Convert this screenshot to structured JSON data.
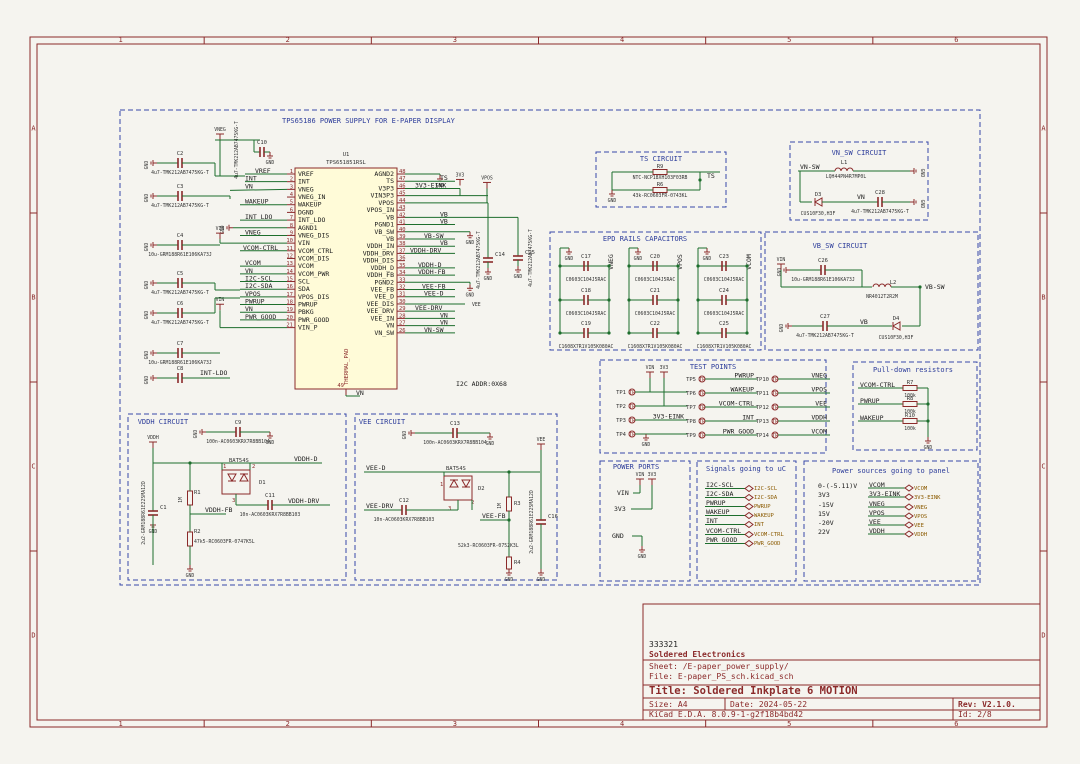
{
  "frame": {
    "columns": [
      "1",
      "2",
      "3",
      "4",
      "5",
      "6"
    ],
    "rows": [
      "A",
      "B",
      "C",
      "D"
    ]
  },
  "main_title": "TPS65186 POWER SUPPLY FOR E-PAPER DISPLAY",
  "u1": {
    "ref": "U1",
    "part": "TPS651851RSL",
    "left_pins": [
      {
        "num": "1",
        "name": "VREF"
      },
      {
        "num": "2",
        "name": "INT"
      },
      {
        "num": "3",
        "name": "VNEG"
      },
      {
        "num": "4",
        "name": "VNEG_IN"
      },
      {
        "num": "5",
        "name": "WAKEUP"
      },
      {
        "num": "6",
        "name": "DGND"
      },
      {
        "num": "7",
        "name": "INT_LDO"
      },
      {
        "num": "8",
        "name": "AGND1"
      },
      {
        "num": "9",
        "name": "VNEG_DIS"
      },
      {
        "num": "10",
        "name": "VIN"
      },
      {
        "num": "11",
        "name": "VCOM_CTRL"
      },
      {
        "num": "12",
        "name": "VCOM_DIS"
      },
      {
        "num": "13",
        "name": "VCOM"
      },
      {
        "num": "14",
        "name": "VCOM_PWR"
      },
      {
        "num": "15",
        "name": "SCL"
      },
      {
        "num": "16",
        "name": "SDA"
      },
      {
        "num": "17",
        "name": "VPOS_DIS"
      },
      {
        "num": "18",
        "name": "PWRUP"
      },
      {
        "num": "19",
        "name": "PBKG"
      },
      {
        "num": "20",
        "name": "PWR_GOOD"
      },
      {
        "num": "21",
        "name": "VIN_P"
      }
    ],
    "right_pins": [
      {
        "num": "48",
        "name": "AGND2"
      },
      {
        "num": "47",
        "name": "TS"
      },
      {
        "num": "46",
        "name": "V3P3"
      },
      {
        "num": "45",
        "name": "VIN3P3"
      },
      {
        "num": "44",
        "name": "VPOS"
      },
      {
        "num": "43",
        "name": "VPOS_IN"
      },
      {
        "num": "42",
        "name": "VB"
      },
      {
        "num": "41",
        "name": "PGND1"
      },
      {
        "num": "40",
        "name": "VB_SW"
      },
      {
        "num": "39",
        "name": "VB"
      },
      {
        "num": "38",
        "name": "VDDH_IN"
      },
      {
        "num": "37",
        "name": "VDDH_DRV"
      },
      {
        "num": "36",
        "name": "VDDH_DIS"
      },
      {
        "num": "35",
        "name": "VDDH_D"
      },
      {
        "num": "34",
        "name": "VDDH_FB"
      },
      {
        "num": "33",
        "name": "PGND2"
      },
      {
        "num": "32",
        "name": "VEE_FB"
      },
      {
        "num": "31",
        "name": "VEE_D"
      },
      {
        "num": "30",
        "name": "VEE_DIS"
      },
      {
        "num": "29",
        "name": "VEE_DRV"
      },
      {
        "num": "28",
        "name": "VEE_IN"
      },
      {
        "num": "27",
        "name": "VN"
      },
      {
        "num": "26",
        "name": "VN_SW"
      }
    ],
    "thermal_pin": "49",
    "thermal_name": "THERMAL_PAD"
  },
  "u1_left_nets": [
    "VREF",
    "INT",
    "VN",
    "WAKEUP",
    "INT_LDO",
    "VNEG",
    "VCOM-CTRL",
    "VCOM",
    "VN",
    "I2C-SCL",
    "I2C-SDA",
    "VPOS",
    "PWRUP",
    "VN",
    "PWR_GOOD"
  ],
  "u1_right_nets": [
    "TS",
    "3V3-EINK",
    "VB",
    "VB",
    "VB-SW",
    "VB",
    "VDDH-DRV",
    "VDDH-D",
    "VDDH-FB",
    "VEE-FB",
    "VEE-D",
    "VEE-DRV",
    "VN",
    "VN",
    "VN-SW"
  ],
  "left_caps": [
    {
      "ref": "C2",
      "val": "4u7-TMK212AB7475KG-T"
    },
    {
      "ref": "C3",
      "val": "4u7-TMK212AB7475KG-T"
    },
    {
      "ref": "C4",
      "val": "10u-GRM188R61E106KA73J"
    },
    {
      "ref": "C5",
      "val": "4u7-TMK212AB7475KG-T"
    },
    {
      "ref": "C6",
      "val": "4u7-TMK212AB7475KG-T"
    },
    {
      "ref": "C7",
      "val": "10u-GRM188R61E106KA73J"
    },
    {
      "ref": "C8",
      "val": ""
    }
  ],
  "c10": {
    "ref": "C10",
    "val": "4u7-TMK212AB7475KG-T"
  },
  "c14": {
    "ref": "C14",
    "val": "4u7-TMK212AB7475KG-T"
  },
  "c15": {
    "ref": "C15",
    "val": "4u7-TMK212AB7475KG-T"
  },
  "labels": {
    "gnd": "GND",
    "vneg": "VNEG",
    "vin": "VIN",
    "vpos": "VPOS",
    "v3v3": "3V3",
    "vee": "VEE",
    "vn": "VN",
    "int_ldo": "INT-LDO",
    "i2c": "I2C ADDR:0X68"
  },
  "ts": {
    "title": "TS CIRCUIT",
    "r9": "R9",
    "r9val": "NTC-NCP18XH103F03RB",
    "r6": "R6",
    "r6val": "43k-RC0603FR-0743KL",
    "net": "TS"
  },
  "vn_sw": {
    "title": "VN_SW CIRCUIT",
    "net": "VN-SW",
    "l1": "L1",
    "l1val": "LQH44PN4R7MP0L",
    "d3": "D3",
    "d3val": "CUS10F30,H3F",
    "c28": "C28",
    "c28val": "4u7-TMK212AB7475KG-T",
    "vn": "VN"
  },
  "epd": {
    "title": "EPD RAILS CAPACITORS",
    "columns": [
      {
        "net": "VNEG",
        "caps": [
          {
            "ref": "C17",
            "val": "C0603C104J5RAC"
          },
          {
            "ref": "C18",
            "val": "C0603C104J5RAC"
          },
          {
            "ref": "C19",
            "val": "C1608X7R1V105K080AC"
          }
        ]
      },
      {
        "net": "VPOS",
        "caps": [
          {
            "ref": "C20",
            "val": "C0603C104J5RAC"
          },
          {
            "ref": "C21",
            "val": "C0603C104J5RAC"
          },
          {
            "ref": "C22",
            "val": "C1608X7R1V105K080AC"
          }
        ]
      },
      {
        "net": "VCOM",
        "caps": [
          {
            "ref": "C23",
            "val": "C0603C104J5RAC"
          },
          {
            "ref": "C24",
            "val": "C0603C104J5RAC"
          },
          {
            "ref": "C25",
            "val": "C1608X7R1V105K080AC"
          }
        ]
      }
    ]
  },
  "vb_sw": {
    "title": "VB_SW CIRCUIT",
    "c26": "C26",
    "c26val": "10u-GRM188R61E106KA73J",
    "l2": "L2",
    "l2val": "NR4012T2R2M",
    "net": "VB-SW",
    "c27": "C27",
    "c27val": "4u7-TMK212AB7475KG-T",
    "vb": "VB",
    "d4": "D4",
    "d4val": "CUS10F30,H3F",
    "vin": "VIN"
  },
  "test_points": {
    "title": "TEST POINTS",
    "rails": [
      "VIN",
      "3V3"
    ],
    "col1": [
      {
        "ref": "TP1",
        "net": ""
      },
      {
        "ref": "TP2",
        "net": ""
      },
      {
        "ref": "TP3",
        "net": "3V3-EINK"
      },
      {
        "ref": "TP4",
        "net": ""
      }
    ],
    "col2": [
      {
        "ref": "TP5",
        "net": "PWRUP"
      },
      {
        "ref": "TP6",
        "net": "WAKEUP"
      },
      {
        "ref": "TP7",
        "net": "VCOM-CTRL"
      },
      {
        "ref": "TP8",
        "net": "INT"
      },
      {
        "ref": "TP9",
        "net": "PWR_GOOD"
      }
    ],
    "col3": [
      {
        "ref": "TP10",
        "net": "VNEG"
      },
      {
        "ref": "TP11",
        "net": "VPOS"
      },
      {
        "ref": "TP12",
        "net": "VEE"
      },
      {
        "ref": "TP13",
        "net": "VDDH"
      },
      {
        "ref": "TP14",
        "net": "VCOM"
      }
    ],
    "badge": "TP"
  },
  "pulldown": {
    "title": "Pull-down resistors",
    "items": [
      {
        "net": "VCOM-CTRL",
        "ref": "R7",
        "val": "100k"
      },
      {
        "net": "PWRUP",
        "ref": "R8",
        "val": "100k"
      },
      {
        "net": "WAKEUP",
        "ref": "R10",
        "val": "100k"
      }
    ]
  },
  "vddh": {
    "title": "VDDH CIRCUIT",
    "vddh": "VDDH",
    "c9": "C9",
    "c9val": "100n-AC0603KRX7R8BB104",
    "bat": "BAT54S",
    "d1": "D1",
    "net_d": "VDDH-D",
    "r1": "R1",
    "r1val": "1M",
    "c11": "C11",
    "c11val": "10n-AC0603KRX7R8BB103",
    "drv": "VDDH-DRV",
    "fb": "VDDH-FB",
    "c1": "C1",
    "c1val": "2u2-GRM188R61E225MA12D",
    "r2": "R2",
    "r2val": "47k5-RC0603FR-0747K5L",
    "pin1": "1",
    "pin2": "2",
    "pin3": "3"
  },
  "vee_c": {
    "title": "VEE CIRCUIT",
    "vee": "VEE",
    "c13": "C13",
    "c13val": "100n-AC0603KRX7R8BB104",
    "bat": "BAT54S",
    "d2": "D2",
    "net_d": "VEE-D",
    "drv": "VEE-DRV",
    "c12": "C12",
    "c12val": "10n-AC0603KRX7R8BB103",
    "r3": "R3",
    "r3val": "1M",
    "fb": "VEE-FB",
    "r4": "R4",
    "r4val": "52k3-RC0603FR-0752K3L",
    "c16": "C16",
    "c16val": "2u2-GRM188R61E225MA12D",
    "pin1": "1",
    "pin2": "2",
    "pin3": "3"
  },
  "power_ports": {
    "title": "POWER PORTS",
    "vin": "VIN",
    "v3v3": "3V3",
    "gnd": "GND"
  },
  "uc_signals": {
    "title": "Signals going to uC",
    "items": [
      "I2C-SCL",
      "I2C-SDA",
      "PWRUP",
      "WAKEUP",
      "INT",
      "VCOM-CTRL",
      "PWR_GOOD"
    ]
  },
  "panel": {
    "title": "Power sources going to panel",
    "left": [
      "0-(-5.11)V",
      "3V3",
      "-15V",
      "15V",
      "-20V",
      "22V"
    ],
    "nets": [
      "VCOM",
      "3V3-EINK",
      "VNEG",
      "VPOS",
      "VEE",
      "VDDH"
    ]
  },
  "title_block": {
    "id": "333321",
    "company": "Soldered Electronics",
    "sheet": "Sheet: /E-paper_power_supply/",
    "file": "File: E-paper_PS_sch.kicad_sch",
    "title": "Title: Soldered Inkplate 6 MOTION",
    "size": "Size: A4",
    "date": "Date: 2024-05-22",
    "rev": "Rev: V2.1.0.",
    "tool": "KiCad E.D.A. 8.0.9-1-g2f18b4bd42",
    "sheet_id": "Id: 2/8"
  }
}
